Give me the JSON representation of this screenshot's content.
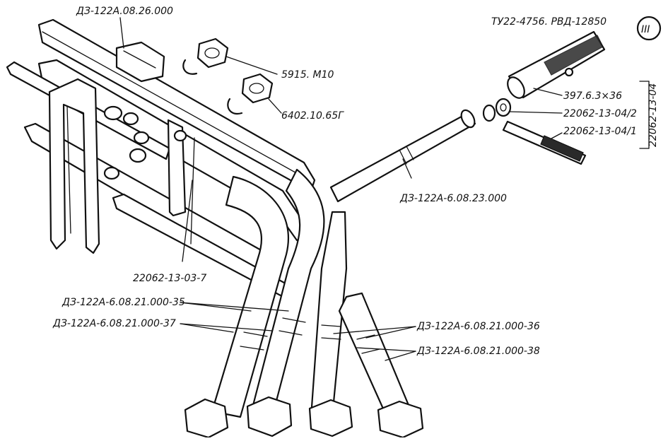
{
  "labels": {
    "top_bracket": "ДЗ-122А.08.26.000",
    "handle_spec": "ТУ22-4756. РВД-12850",
    "view_mark": "III",
    "side_group": "22062-13-04",
    "nut": "5915. М10",
    "washer": "6402.10.65Г",
    "pin": "397.6.3×36",
    "part_04_2": "22062-13-04/2",
    "part_04_1": "22062-13-04/1",
    "rod": "ДЗ-122А-6.08.23.000",
    "clamp_part": "22062-13-03-7",
    "hose_35": "ДЗ-122А-6.08.21.000-35",
    "hose_37": "ДЗ-122А-6.08.21.000-37",
    "hose_36": "ДЗ-122А-6.08.21.000-36",
    "hose_38": "ДЗ-122А-6.08.21.000-38"
  },
  "icons": {
    "drawing": "hydraulic-hose-assembly-drawing"
  },
  "colors": {
    "ink": "#111111",
    "paper": "#ffffff"
  }
}
